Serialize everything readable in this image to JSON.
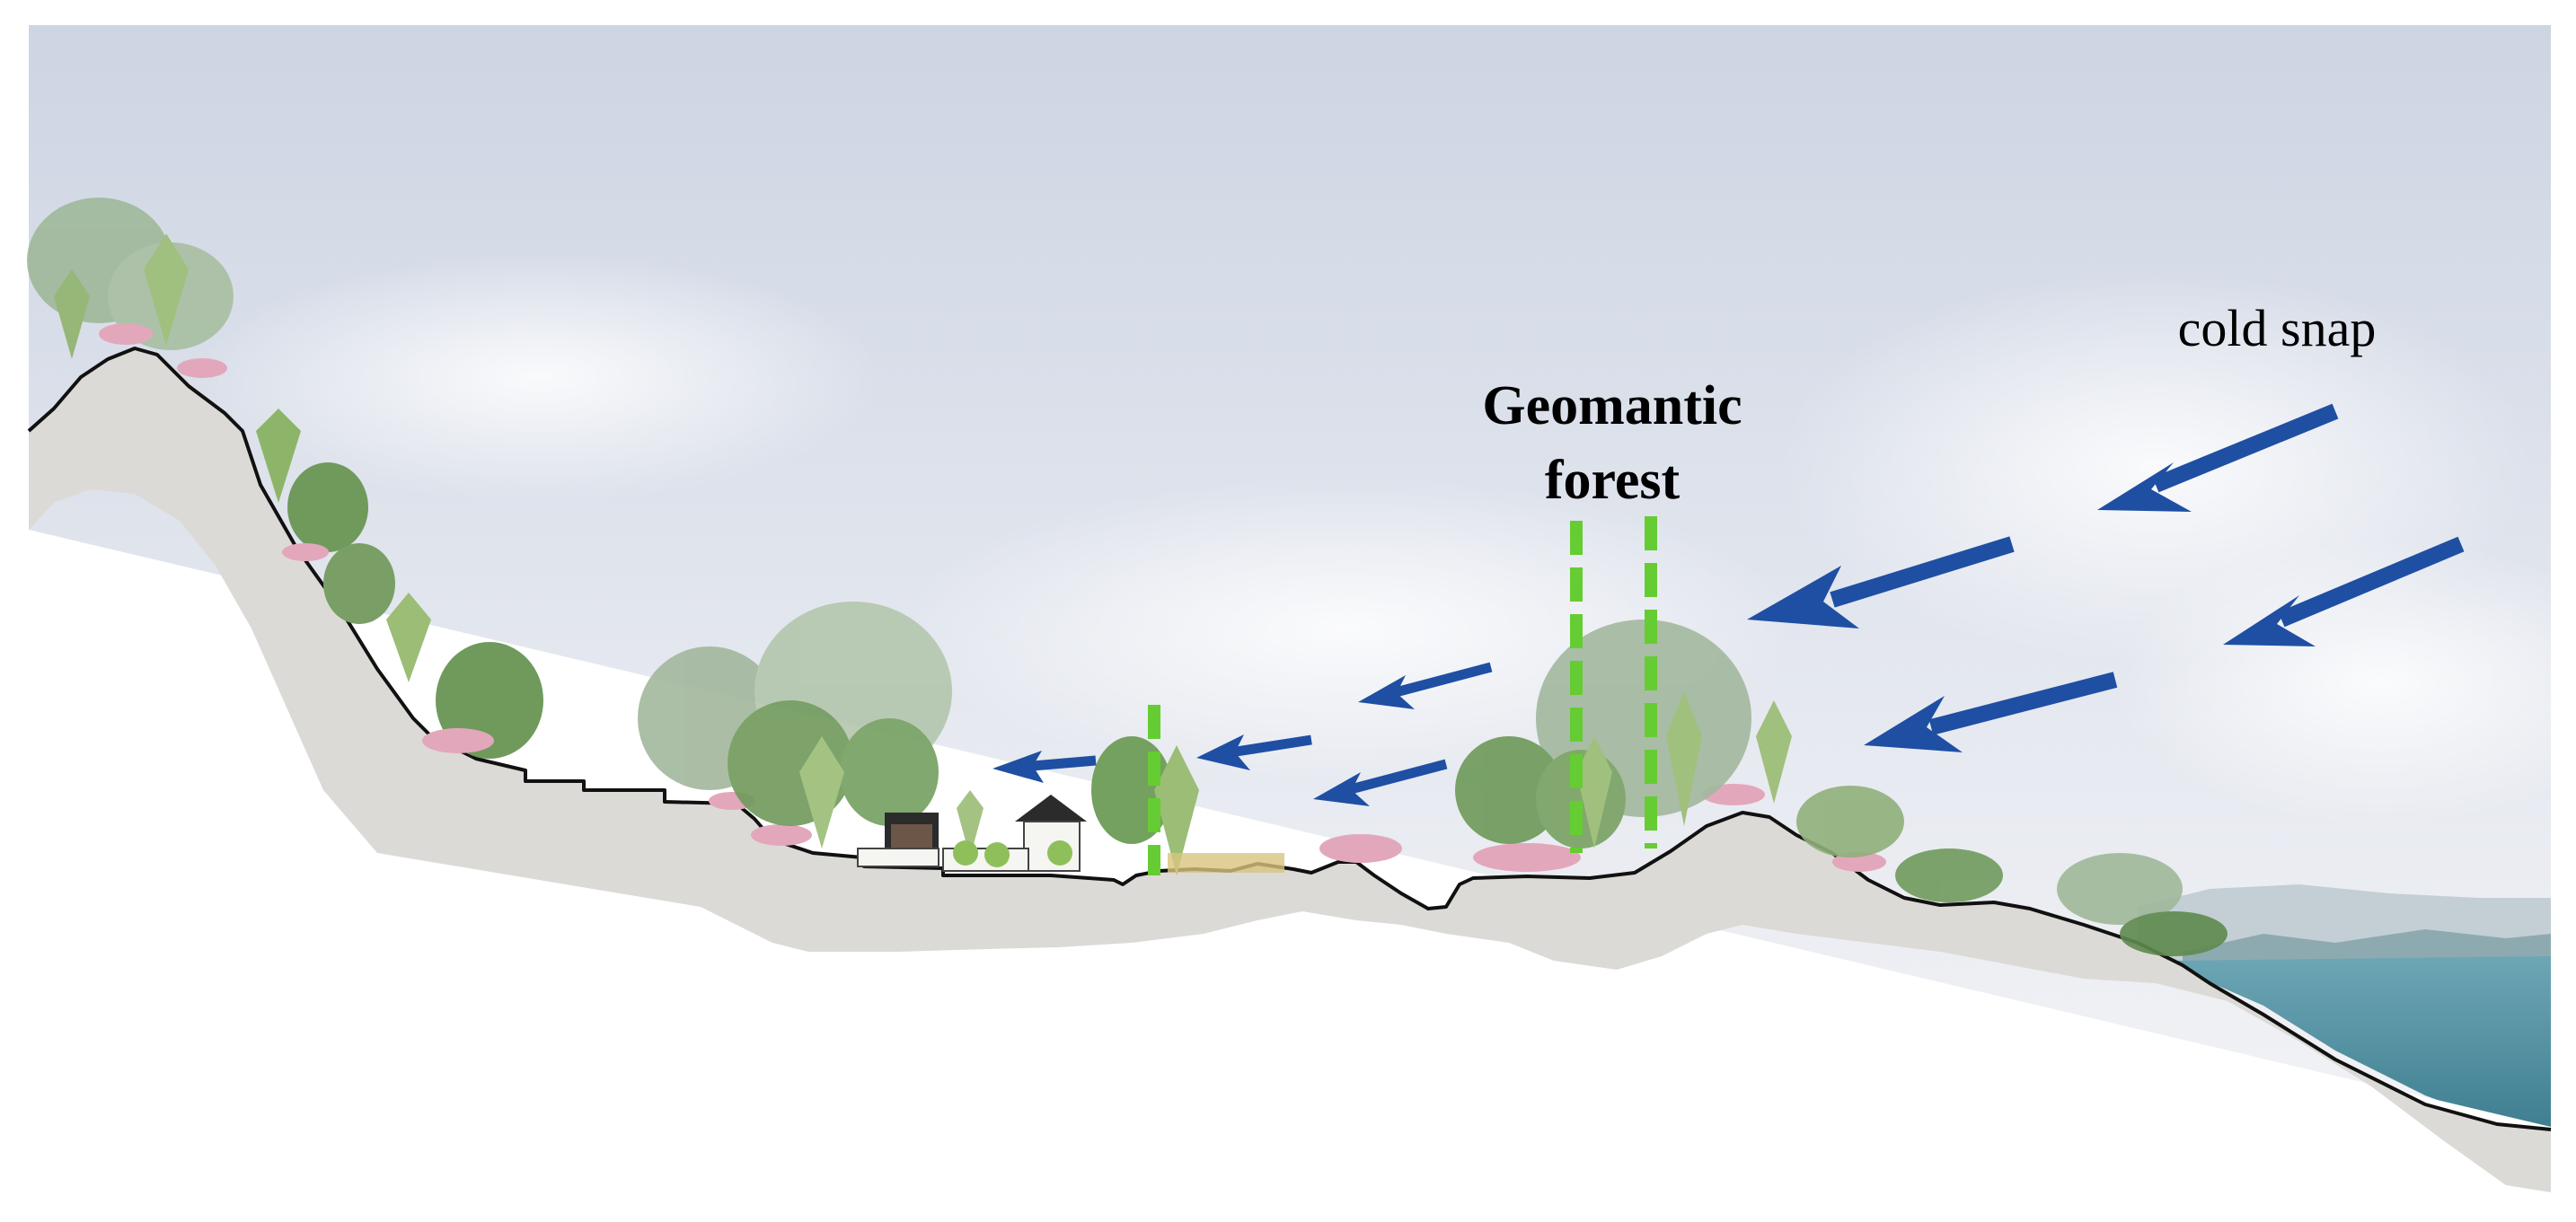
{
  "labels": {
    "forest_line1": "Geomantic",
    "forest_line2": "forest",
    "wind": "cold snap"
  },
  "colors": {
    "sky_top": "#cfd6e4",
    "sky_bottom": "#eef0f4",
    "terrain_fill": "#dcdad6",
    "terrain_outline": "#111111",
    "wind_arrow": "#1f4fa3",
    "forest_marker": "#66cc33",
    "water": "#4f8fa0",
    "tree_green": "#6f9a5c",
    "tree_light": "#a7c48a",
    "blossom_pink": "#e3a7bb",
    "house_wall": "#f5f5f2",
    "house_roof": "#2b2b2b"
  },
  "icons": [
    "wind-arrow-icon",
    "tree-icon",
    "house-icon"
  ]
}
